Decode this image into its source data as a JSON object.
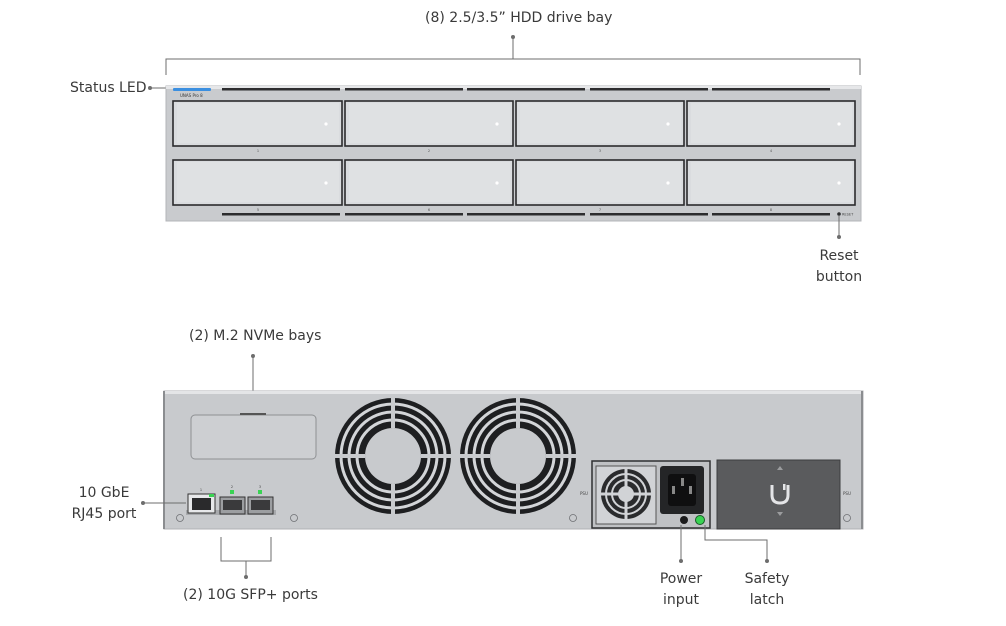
{
  "front_callouts": {
    "drive_bay": "(8) 2.5/3.5” HDD drive bay",
    "status_led": "Status LED",
    "reset_line1": "Reset",
    "reset_line2": "button"
  },
  "front_panel": {
    "model_text": "UNAS Pro 8",
    "reset_text": "RESET",
    "bay_numbers": [
      "1",
      "2",
      "3",
      "4",
      "5",
      "6",
      "7",
      "8"
    ]
  },
  "rear_callouts": {
    "nvme_bays": "(2) M.2 NVMe bays",
    "rj45_line1": "10 GbE",
    "rj45_line2": "RJ45 port",
    "sfp_ports": "(2) 10G SFP+ ports",
    "power_line1": "Power",
    "power_line2": "input",
    "latch_line1": "Safety",
    "latch_line2": "latch"
  },
  "rear_panel": {
    "port_numbers": [
      "1",
      "2",
      "3"
    ],
    "psu_left_tag": "PSU",
    "psu_right_tag": "PSU"
  },
  "colors": {
    "chassis": "#c9cbce",
    "bay_face": "#dadcdf",
    "led_blue": "#3b8fe0",
    "port_green": "#39d353",
    "psu_dark": "#555758",
    "line": "#6d6d6d"
  }
}
